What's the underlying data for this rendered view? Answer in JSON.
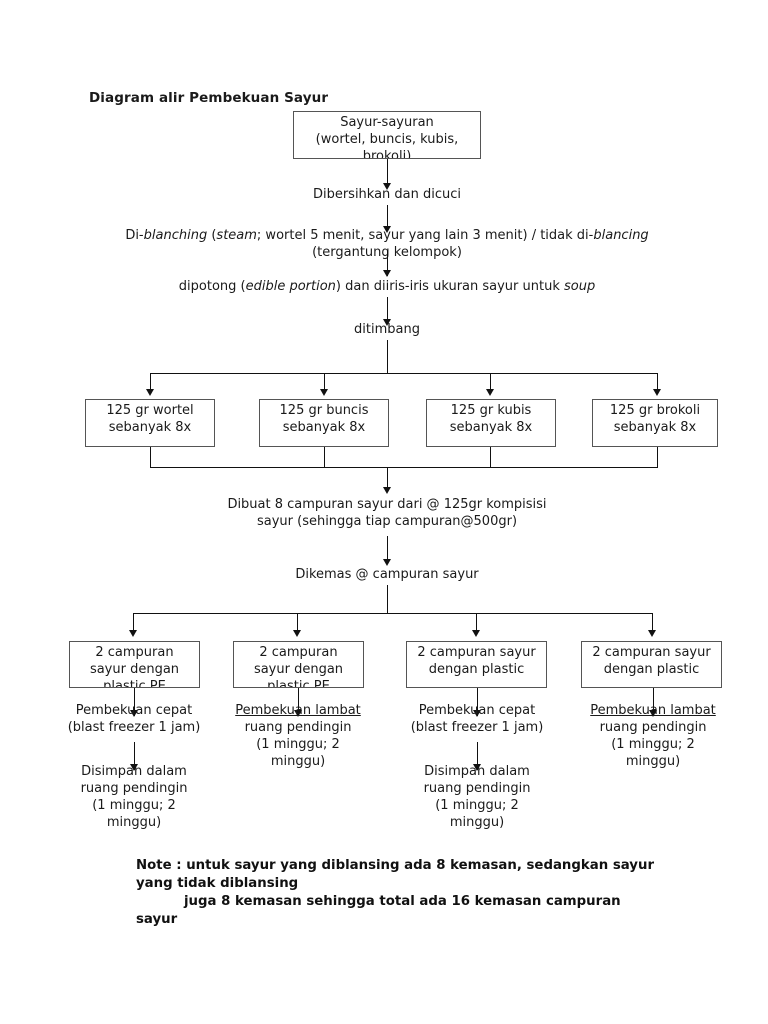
{
  "title": "Diagram alir Pembekuan Sayur",
  "nodes": {
    "source_box": {
      "line1": "Sayur-sayuran",
      "line2": "(wortel, buncis, kubis,",
      "line3": "brokoli)"
    },
    "wash": "Dibersihkan dan dicuci",
    "blanch": {
      "seg1": "Di-",
      "seg2_italic": "blanching",
      "seg3": " (",
      "seg4_italic": "steam",
      "seg5": "; wortel 5 menit, sayur yang lain 3 menit) / tidak di-",
      "seg6_italic": "blancing",
      "line2": "(tergantung kelompok)"
    },
    "cut": {
      "seg1": "dipotong (",
      "seg2_italic": "edible portion",
      "seg3": ") dan diiris-iris ukuran sayur untuk ",
      "seg4_italic": "soup"
    },
    "weigh": "ditimbang",
    "mix": {
      "line1": "Dibuat 8 campuran sayur dari @ 125gr kompisisi",
      "line2": "sayur (sehingga tiap campuran@500gr)"
    },
    "pack": "Dikemas @ campuran sayur"
  },
  "portion_boxes": [
    {
      "line1": "125 gr wortel",
      "line2": "sebanyak 8x"
    },
    {
      "line1": "125 gr buncis",
      "line2": "sebanyak 8x"
    },
    {
      "line1": "125 gr kubis",
      "line2": "sebanyak 8x"
    },
    {
      "line1": "125 gr brokoli",
      "line2": "sebanyak 8x"
    }
  ],
  "package_boxes": [
    {
      "line1": "2 campuran",
      "line2": "sayur dengan",
      "line3": "plastic PE"
    },
    {
      "line1": "2 campuran",
      "line2": "sayur dengan",
      "line3": "plastic PE"
    },
    {
      "line1": "2 campuran sayur",
      "line2": "dengan plastic",
      "line3": ""
    },
    {
      "line1": "2 campuran sayur",
      "line2": "dengan plastic",
      "line3": ""
    }
  ],
  "freeze_steps": [
    {
      "kind": "cepat",
      "line1": "Pembekuan cepat",
      "line2": "(blast freezer 1 jam)",
      "store": {
        "line1": "Disimpan dalam",
        "line2": "ruang pendingin",
        "line3": "(1 minggu; 2",
        "line4": "minggu)"
      }
    },
    {
      "kind": "lambat",
      "line1": "Pembekuan lambat",
      "line2": "ruang pendingin",
      "line3": "(1 minggu; 2",
      "line4": "minggu)"
    },
    {
      "kind": "cepat",
      "line1": "Pembekuan cepat",
      "line2": "(blast freezer 1 jam)",
      "store": {
        "line1": "Disimpan dalam",
        "line2": "ruang pendingin",
        "line3": "(1 minggu; 2",
        "line4": "minggu)"
      }
    },
    {
      "kind": "lambat",
      "line1": "Pembekuan lambat",
      "line2": "ruang pendingin",
      "line3": "(1 minggu; 2",
      "line4": "minggu)"
    }
  ],
  "note": {
    "line1": "Note : untuk sayur yang diblansing ada 8 kemasan, sedangkan sayur",
    "line2": "yang tidak diblansing",
    "line3": "juga 8 kemasan sehingga total ada 16 kemasan campuran",
    "line4": "sayur"
  },
  "colors": {
    "ink": "#1a1a1a",
    "line": "#111111",
    "box_border": "#555555",
    "background": "#ffffff"
  }
}
